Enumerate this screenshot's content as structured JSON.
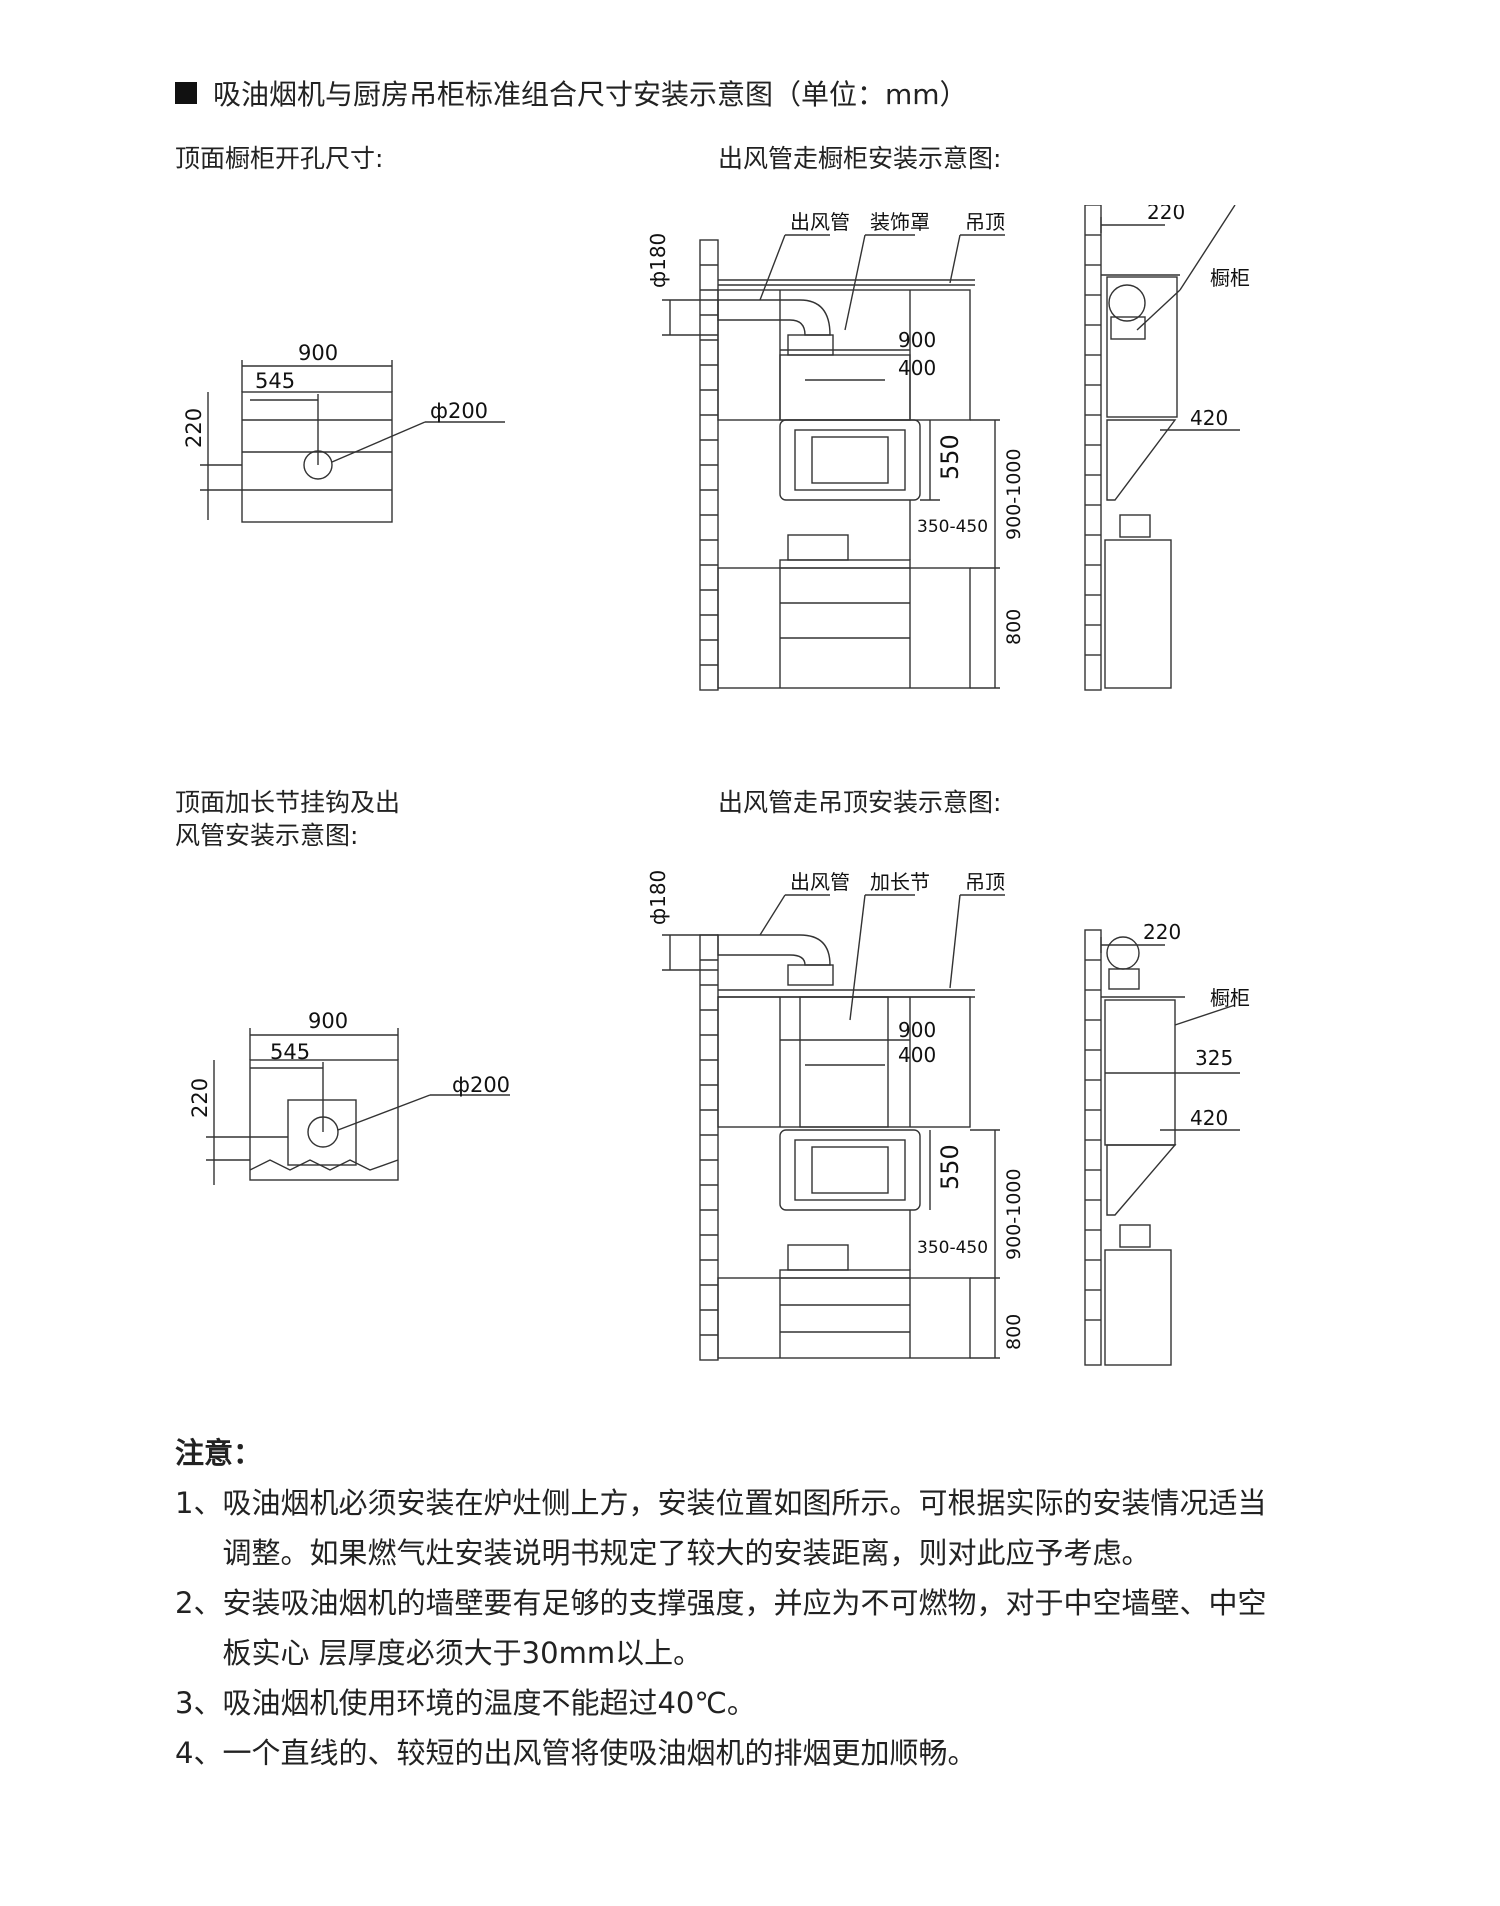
{
  "header": {
    "title": "吸油烟机与厨房吊柜标准组合尺寸安装示意图（单位：mm）"
  },
  "sections": {
    "top_left": "顶面橱柜开孔尺寸:",
    "top_right": "出风管走橱柜安装示意图:",
    "bottom_left_line1": "顶面加长节挂钩及出",
    "bottom_left_line2": "风管安装示意图:",
    "bottom_right": "出风管走吊顶安装示意图:"
  },
  "diagram_cabinet_hole": {
    "width": "900",
    "offset": "545",
    "depth": "220",
    "hole_diameter": "ф200"
  },
  "diagram_extension_hole": {
    "width": "900",
    "offset": "545",
    "depth": "220",
    "hole_diameter": "ф200"
  },
  "diagram_duct_cabinet": {
    "duct_diameter": "ф180",
    "label_duct": "出风管",
    "label_cover": "装饰罩",
    "label_ceiling": "吊顶",
    "cover_width_max": "900",
    "cover_width_min": "400",
    "hood_height": "550",
    "hood_to_stove": "350-450",
    "hood_to_floor": "900-1000",
    "counter_height": "800",
    "side_depth": "220",
    "side_cabinet_label": "橱柜",
    "side_hood_depth": "420"
  },
  "diagram_duct_ceiling": {
    "duct_diameter": "ф180",
    "label_duct": "出风管",
    "label_extension": "加长节",
    "label_ceiling": "吊顶",
    "cover_width_max": "900",
    "cover_width_min": "400",
    "hood_height": "550",
    "hood_to_stove": "350-450",
    "hood_to_floor": "900-1000",
    "counter_height": "800",
    "side_depth": "220",
    "side_cabinet_label": "橱柜",
    "side_cabinet_depth": "325",
    "side_hood_depth": "420"
  },
  "notes": {
    "title": "注意：",
    "items": [
      {
        "num": "1、",
        "text": "吸油烟机必须安装在炉灶侧上方，安装位置如图所示。可根据实际的安装情况适当调整。如果燃气灶安装说明书规定了较大的安装距离，则对此应予考虑。"
      },
      {
        "num": "2、",
        "text": "安装吸油烟机的墙壁要有足够的支撑强度，并应为不可燃物，对于中空墙壁、中空板实心 层厚度必须大于30mm以上。"
      },
      {
        "num": "3、",
        "text": "吸油烟机使用环境的温度不能超过40℃。"
      },
      {
        "num": "4、",
        "text": "一个直线的、较短的出风管将使吸油烟机的排烟更加顺畅。"
      }
    ]
  }
}
